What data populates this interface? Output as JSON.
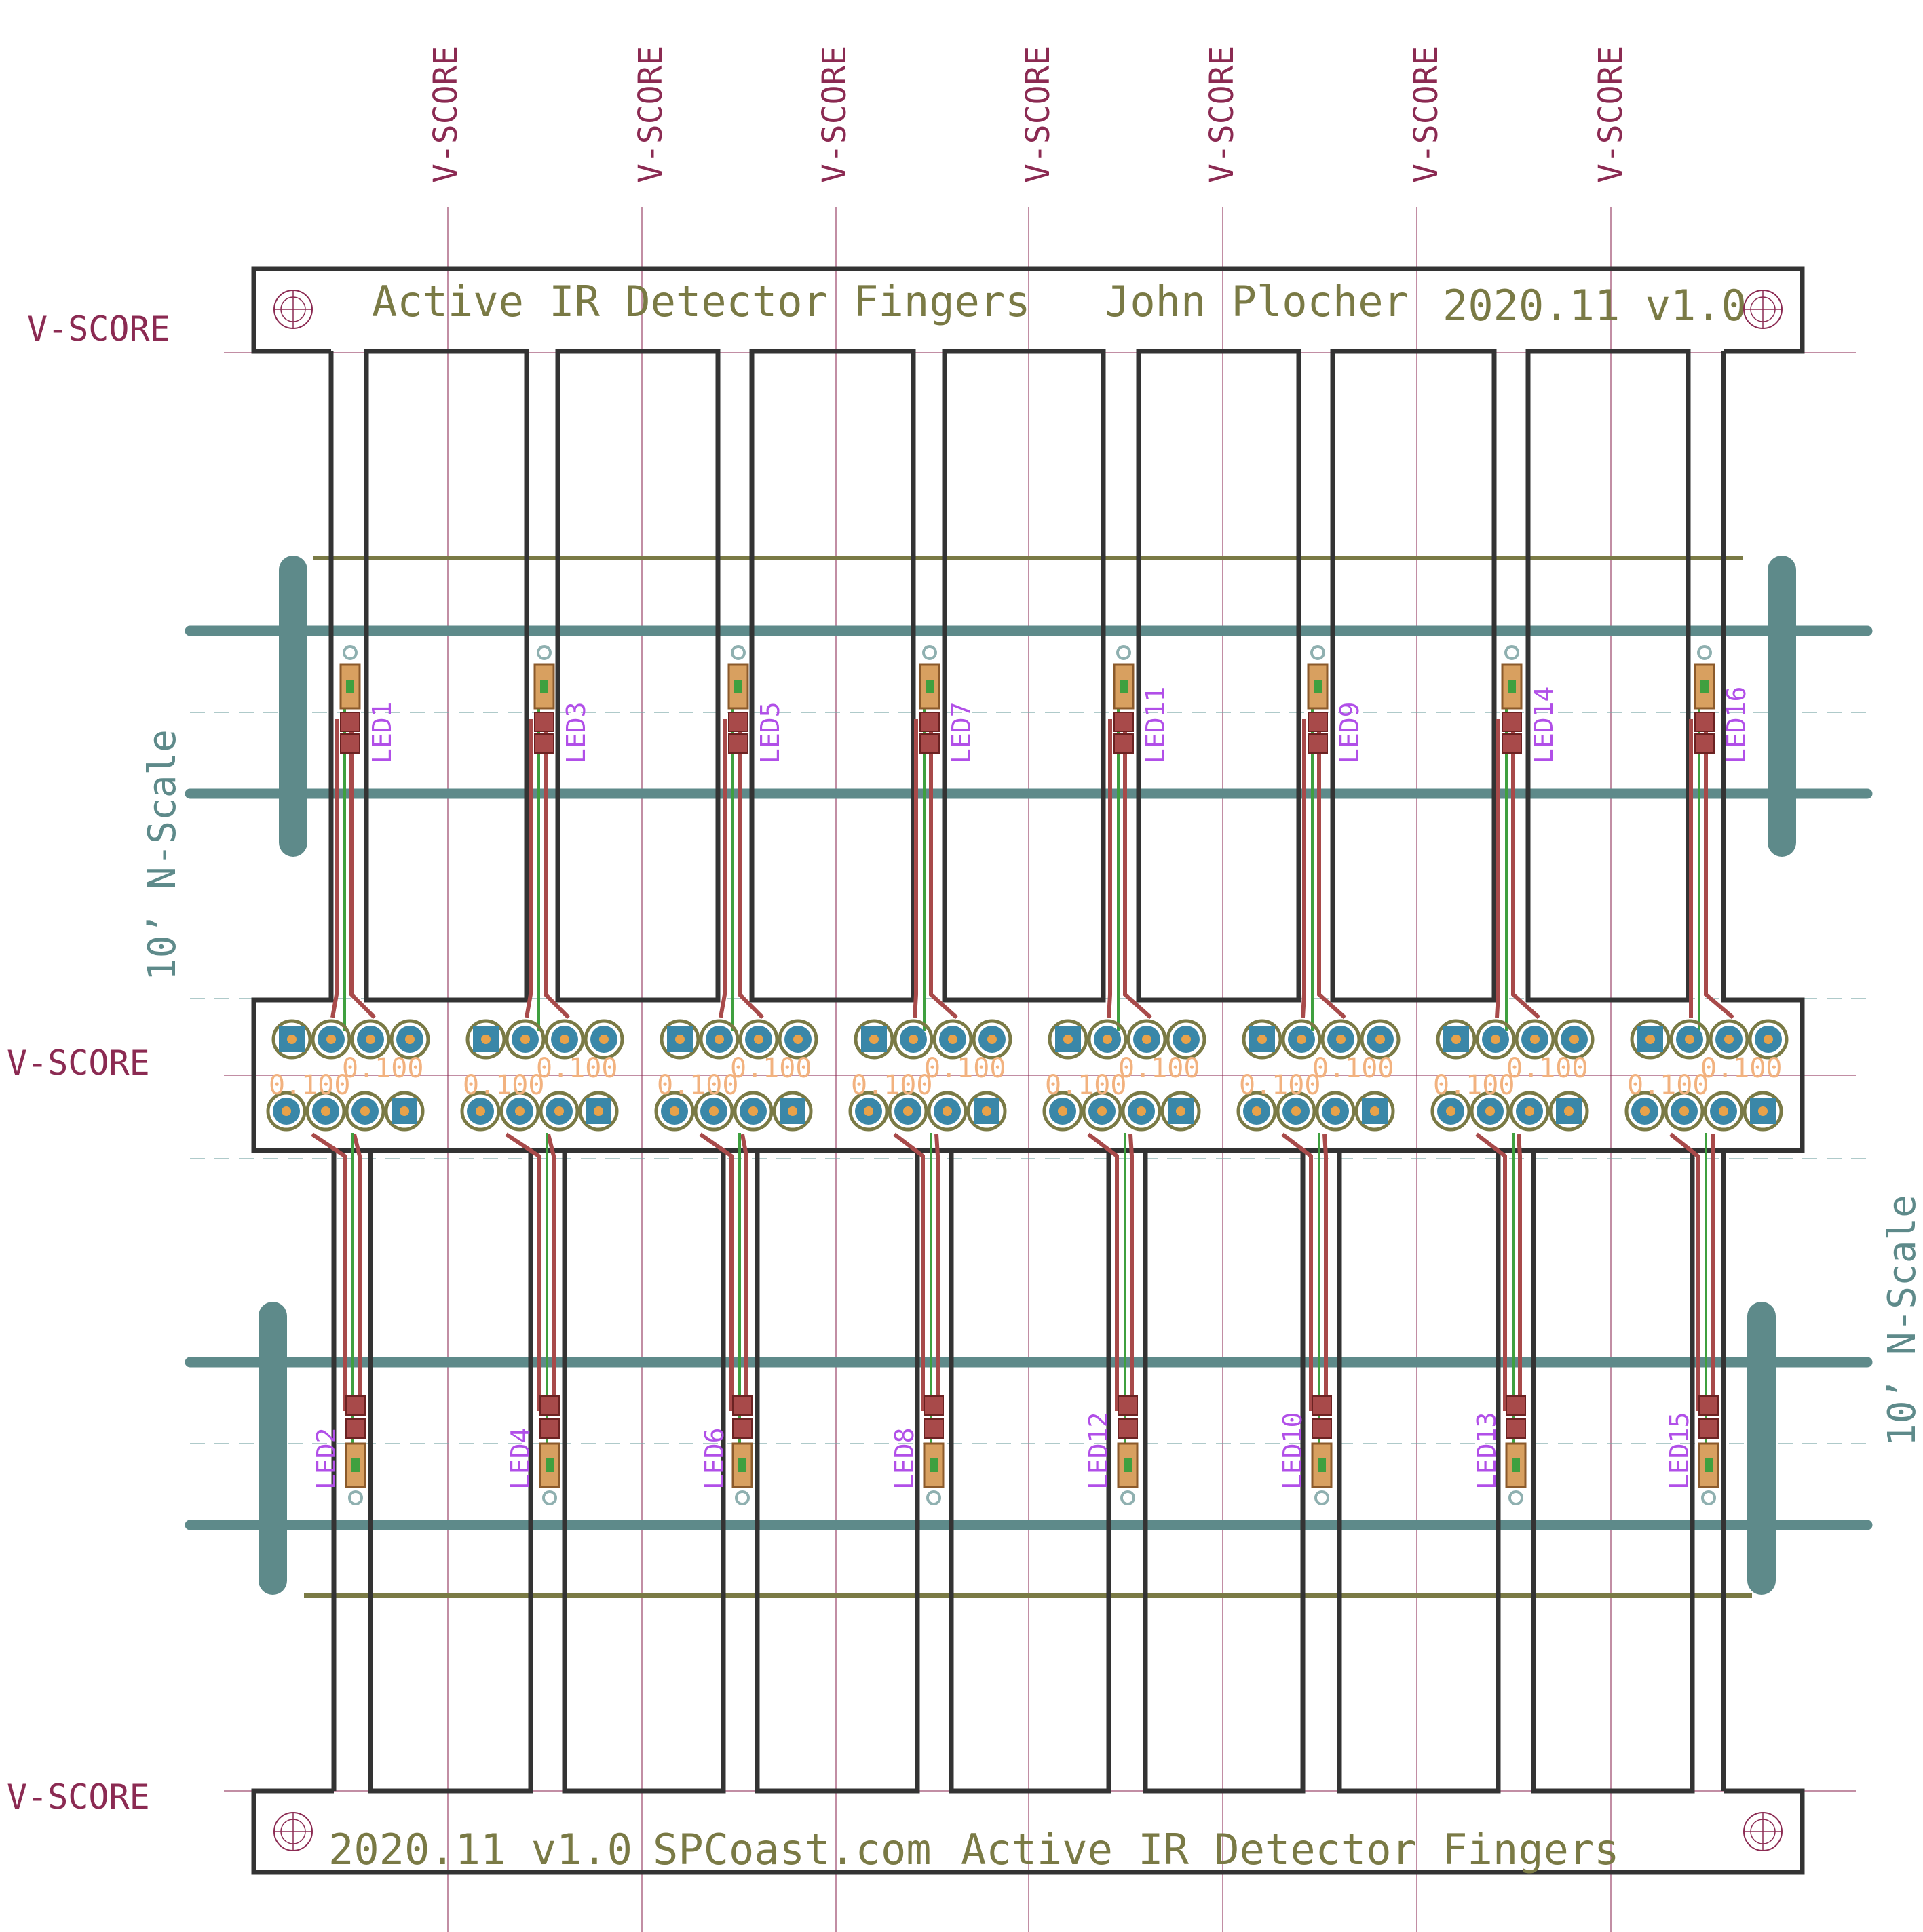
{
  "vscore": {
    "label": "V-SCORE"
  },
  "top_title": {
    "title": "Active IR Detector Fingers",
    "author": "John Plocher",
    "version": "2020.11 v1.0"
  },
  "bottom_title": {
    "version": "2020.11 v1.0",
    "site": "SPCoast.com",
    "title": "Active IR Detector Fingers"
  },
  "scale_label": "10’ N-Scale",
  "header_pitch": "0.100",
  "leds_top": [
    "LED1",
    "LED3",
    "LED5",
    "LED7",
    "LED11",
    "LED9",
    "LED14",
    "LED16"
  ],
  "leds_bottom": [
    "LED2",
    "LED4",
    "LED6",
    "LED8",
    "LED12",
    "LED10",
    "LED13",
    "LED15"
  ],
  "colors": {
    "outline": "#333333",
    "vscore": "#8b2a52",
    "silk": "#7a7a45",
    "track": "#5e8a8a",
    "pad": "#3a87a8",
    "trace_top": "#a84a4a",
    "trace_bottom": "#3fa03f",
    "led_label": "#b14fe8",
    "dimension": "#f2b27f"
  }
}
